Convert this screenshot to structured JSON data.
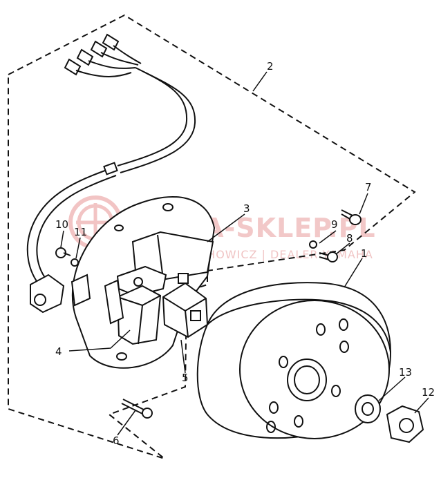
{
  "watermark": {
    "brand": "YAMA-SKLEP.PL",
    "subline": "CIECHOWICZ | DEALER YAMAHA"
  },
  "callouts": {
    "p1": "1",
    "p2": "2",
    "p3": "3",
    "p4": "4",
    "p5": "5",
    "p6": "6",
    "p7": "7",
    "p8": "8",
    "p9": "9",
    "p10": "10",
    "p11": "11",
    "p12": "12",
    "p13": "13"
  }
}
